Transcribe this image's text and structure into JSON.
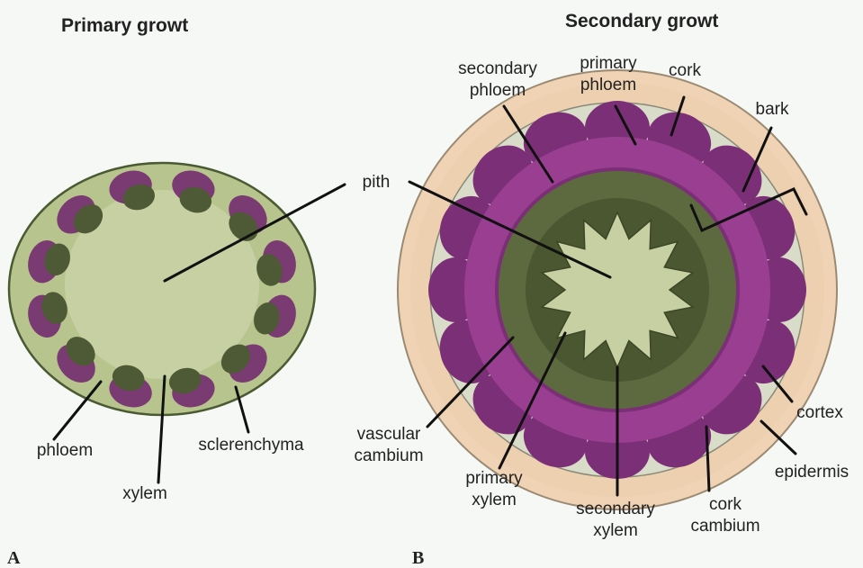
{
  "titles": {
    "primary": "Primary growt",
    "secondary": "Secondary growt"
  },
  "panel_letters": {
    "a": "A",
    "b": "B"
  },
  "labels": {
    "pith": "pith",
    "phloem": "phloem",
    "xylem": "xylem",
    "sclerenchyma": "sclerenchyma",
    "secondary_phloem": [
      "secondary",
      "phloem"
    ],
    "primary_phloem": [
      "primary",
      "phloem"
    ],
    "cork": "cork",
    "bark": "bark",
    "cortex": "cortex",
    "epidermis": "epidermis",
    "vascular_cambium": [
      "vascular",
      "cambium"
    ],
    "primary_xylem": [
      "primary",
      "xylem"
    ],
    "secondary_xylem": [
      "secondary",
      "xylem"
    ],
    "cork_cambium": [
      "cork",
      "cambium"
    ]
  },
  "colors": {
    "background": "#f6f8f6",
    "ground_tissue": "#b8c48e",
    "stem_outline": "#4a5a32",
    "pith": "#c7d0a3",
    "phloem": "#7a3a72",
    "xylem": "#4d5a35",
    "cork": "#f0d2b4",
    "cortex": "#d9dcc8",
    "secondary_phloem": "#9a3e91",
    "vascular_cambium_ring": "#7b2f76",
    "secondary_xylem": "#5d6a3f"
  }
}
